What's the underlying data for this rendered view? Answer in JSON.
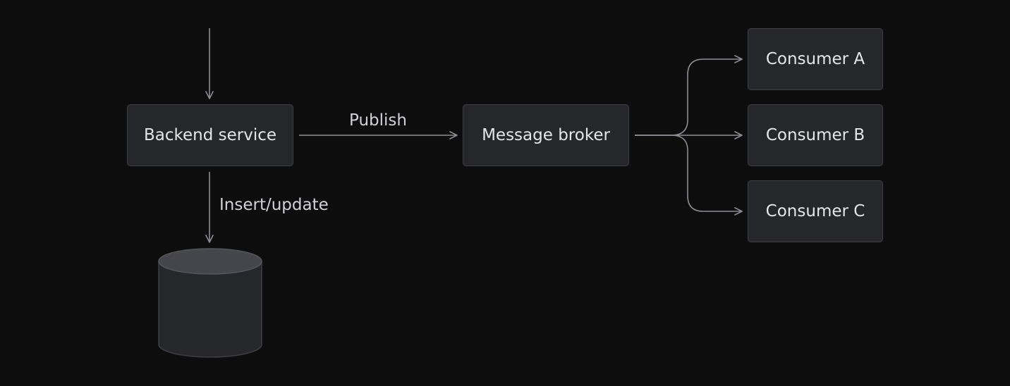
{
  "diagram": {
    "nodes": {
      "backend": "Backend service",
      "broker": "Message broker",
      "consumer_a": "Consumer A",
      "consumer_b": "Consumer B",
      "consumer_c": "Consumer C",
      "database": ""
    },
    "edges": {
      "publish": "Publish",
      "insert_update": "Insert/update"
    }
  },
  "colors": {
    "background": "#0d0d0e",
    "node_fill": "#26272b",
    "node_border": "#3e3f44",
    "connector": "#8c8c92",
    "text": "#e6e6e8"
  }
}
